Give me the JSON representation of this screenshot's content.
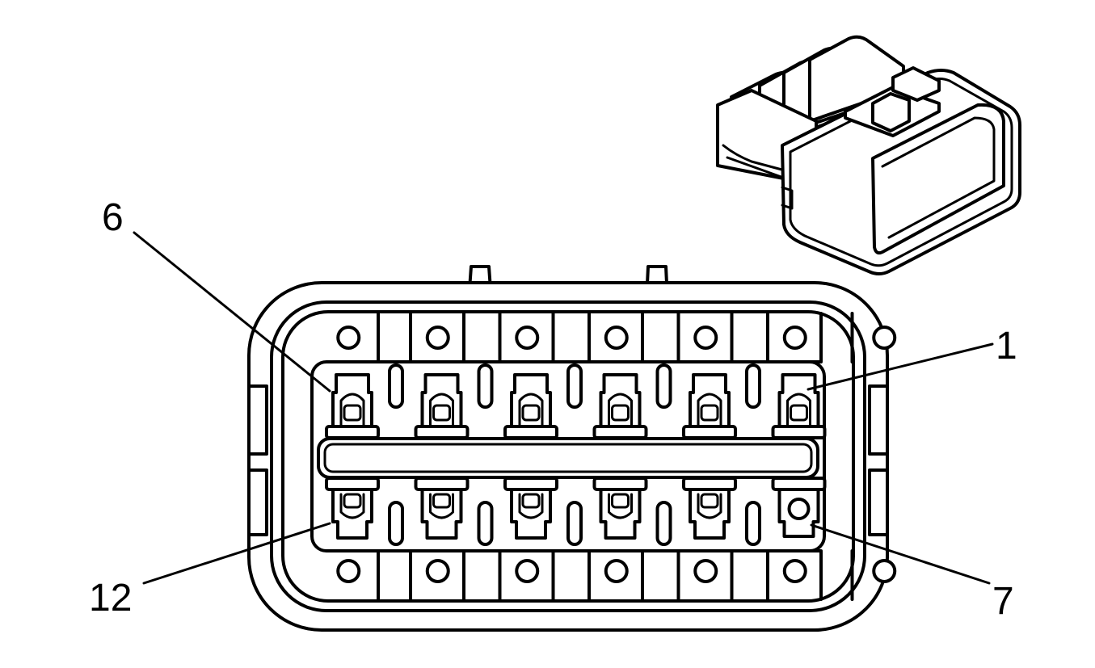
{
  "labels": {
    "pin_6": "6",
    "pin_1": "1",
    "pin_12": "12",
    "pin_7": "7"
  },
  "connector": {
    "pins_per_row": 6,
    "rows": 2,
    "empty_cavity_pin": "7"
  },
  "colors": {
    "line": "#000000",
    "background": "#ffffff"
  }
}
